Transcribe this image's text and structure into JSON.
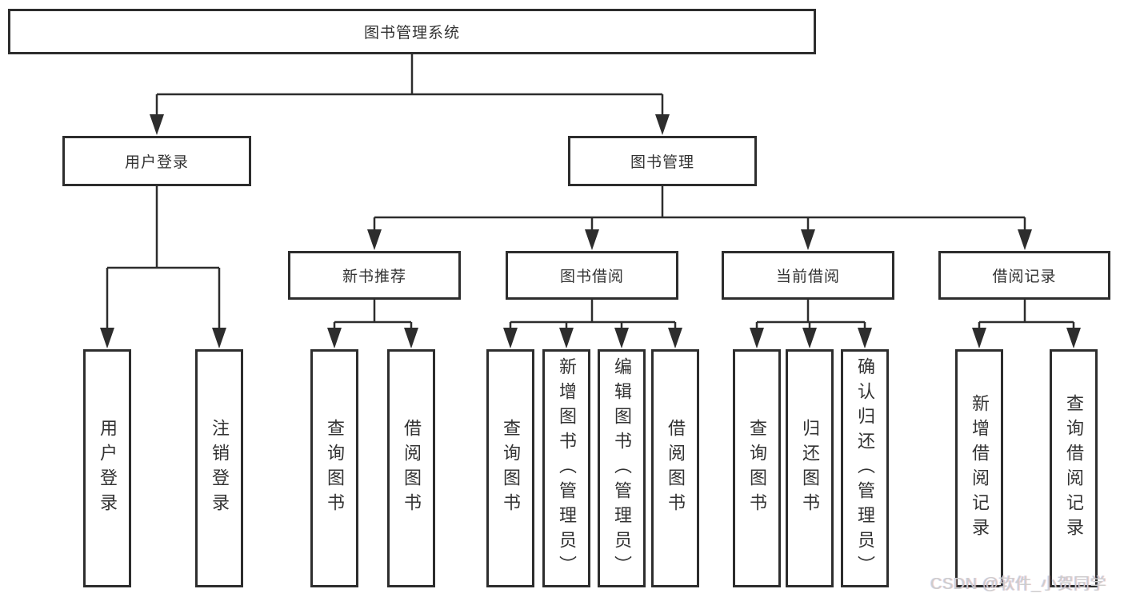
{
  "diagram": {
    "title": "图书管理系统",
    "colors": {
      "line": "#2d2d2d",
      "text": "#333333",
      "box_background": "#ffffff",
      "watermark": "#cdcdcd"
    },
    "root": {
      "label": "图书管理系统"
    },
    "level2": [
      {
        "label": "用户登录"
      },
      {
        "label": "图书管理"
      }
    ],
    "level3": [
      {
        "label": "新书推荐"
      },
      {
        "label": "图书借阅"
      },
      {
        "label": "当前借阅"
      },
      {
        "label": "借阅记录"
      }
    ],
    "leaves": {
      "user_login": [
        {
          "label": "用户登录"
        },
        {
          "label": "注销登录"
        }
      ],
      "new_book_recommendation": [
        {
          "label": "查询图书"
        },
        {
          "label": "借阅图书"
        }
      ],
      "book_borrowing": [
        {
          "label": "查询图书"
        },
        {
          "label": "新增图书（管理员）"
        },
        {
          "label": "编辑图书（管理员）"
        },
        {
          "label": "借阅图书"
        }
      ],
      "current_borrowing": [
        {
          "label": "查询图书"
        },
        {
          "label": "归还图书"
        },
        {
          "label": "确认归还（管理员）"
        }
      ],
      "borrowing_records": [
        {
          "label": "新增借阅记录"
        },
        {
          "label": "查询借阅记录"
        }
      ]
    }
  },
  "watermark": {
    "text": "CSDN @软件_小贺同学"
  }
}
